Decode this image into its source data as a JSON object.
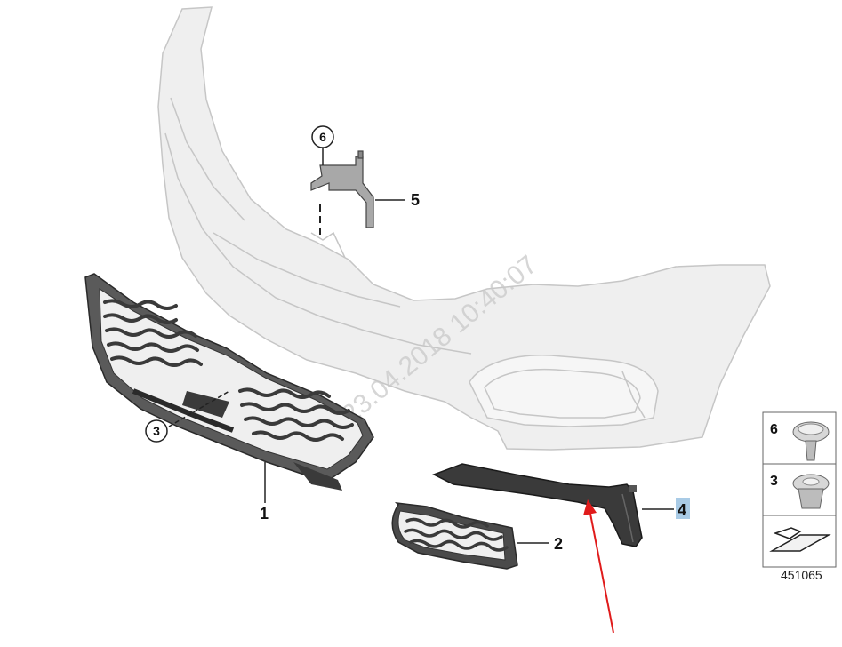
{
  "callouts": {
    "part1": "1",
    "part2": "2",
    "part3": "3",
    "part4": "4",
    "part5": "5",
    "part6": "6"
  },
  "watermark": "23.04.2018 10:40:07",
  "legend": {
    "item_top": "6",
    "item_mid": "3"
  },
  "diagram_id": "451065",
  "colors": {
    "bumper_fill": "#efefef",
    "bumper_stroke": "#c4c4c4",
    "grille": "#3a3a3a",
    "highlight_box": "#a9cbe6",
    "annotation_arrow": "#e01b1b"
  }
}
